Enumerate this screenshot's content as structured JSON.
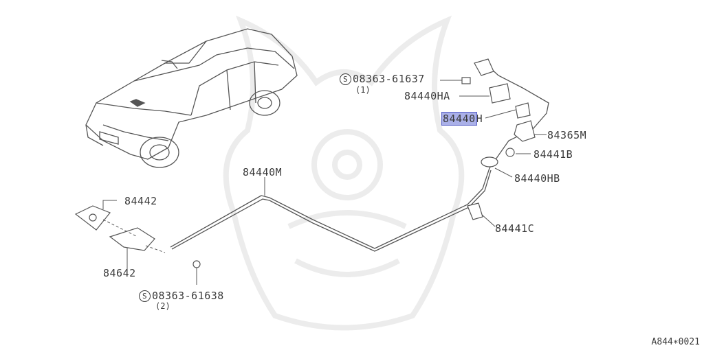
{
  "parts": {
    "screw_top": {
      "code": "08363-61637",
      "qty": "(1)"
    },
    "cable_ha": "84440HA",
    "cable_h_highlight": "84440",
    "cable_h_suffix": "H",
    "lever_m": "84365M",
    "knob_b": "84441B",
    "cable_hb": "84440HB",
    "cable_m": "84440M",
    "lock_84442": "84442",
    "lock_84642": "84642",
    "clip_c": "84441C",
    "screw_bottom": {
      "code": "08363-61638",
      "qty": "(2)"
    }
  },
  "symbols": {
    "screw_mark": "S"
  },
  "footer": {
    "ref_code": "A844∗0021"
  },
  "colors": {
    "line": "#555555",
    "highlight_fill": "#aab0e8",
    "highlight_border": "#5a62c8",
    "watermark": "#ececec"
  }
}
